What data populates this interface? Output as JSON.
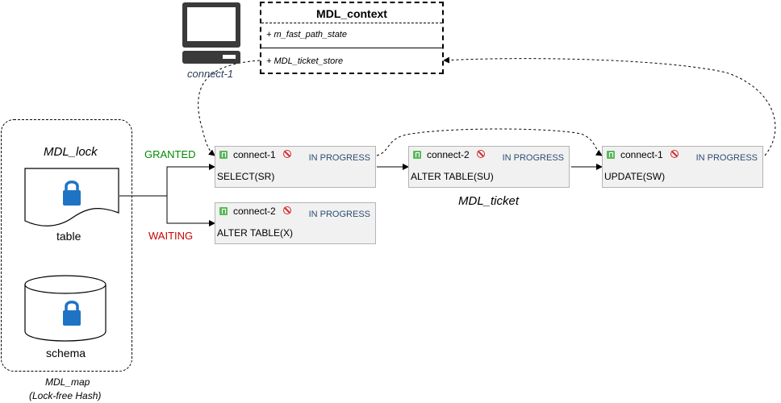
{
  "context": {
    "title": "MDL_context",
    "field_fast_path": "+ m_fast_path_state",
    "field_ticket_store": "+ MDL_ticket_store"
  },
  "computer": {
    "caption": "connect-1",
    "icon": "computer-icon"
  },
  "lock": {
    "label": "MDL_lock",
    "table_label": "table",
    "schema_label": "schema",
    "lock_icon": "padlock-icon",
    "lock_color": "#1f73c4"
  },
  "map": {
    "label_line1": "MDL_map",
    "label_line2": "(Lock-free Hash)"
  },
  "status": {
    "granted": "GRANTED",
    "waiting": "WAITING",
    "granted_color": "#008a00",
    "waiting_color": "#cc0000"
  },
  "tickets_label": "MDL_ticket",
  "tickets": [
    {
      "conn": "connect-1",
      "state": "IN PROGRESS",
      "stmt": "SELECT(SR)"
    },
    {
      "conn": "connect-2",
      "state": "IN PROGRESS",
      "stmt": "ALTER TABLE(SU)"
    },
    {
      "conn": "connect-1",
      "state": "IN PROGRESS",
      "stmt": "UPDATE(SW)"
    },
    {
      "conn": "connect-2",
      "state": "IN PROGRESS",
      "stmt": "ALTER TABLE(X)"
    }
  ]
}
